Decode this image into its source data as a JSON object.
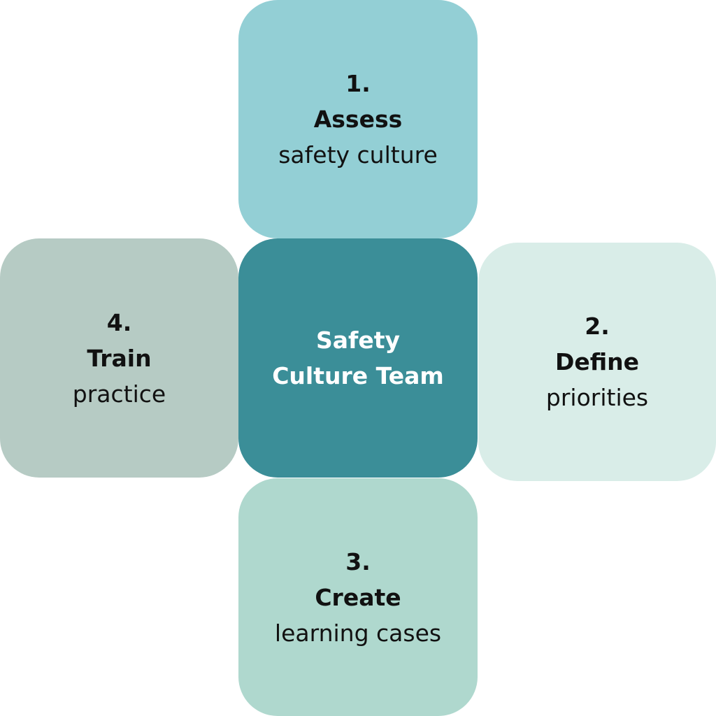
{
  "colors": {
    "top": "#93CFD5",
    "center": "#3B8E98",
    "right": "#D9EDE8",
    "bottom": "#AFD8CE",
    "left": "#B6CBC4"
  },
  "center": {
    "line1": "Safety",
    "line2": "Culture Team"
  },
  "steps": [
    {
      "number": "1.",
      "title": "Assess",
      "subtitle": "safety culture"
    },
    {
      "number": "2.",
      "title": "Define",
      "subtitle": "priorities"
    },
    {
      "number": "3.",
      "title": "Create",
      "subtitle": "learning cases"
    },
    {
      "number": "4.",
      "title": "Train",
      "subtitle": "practice"
    }
  ]
}
